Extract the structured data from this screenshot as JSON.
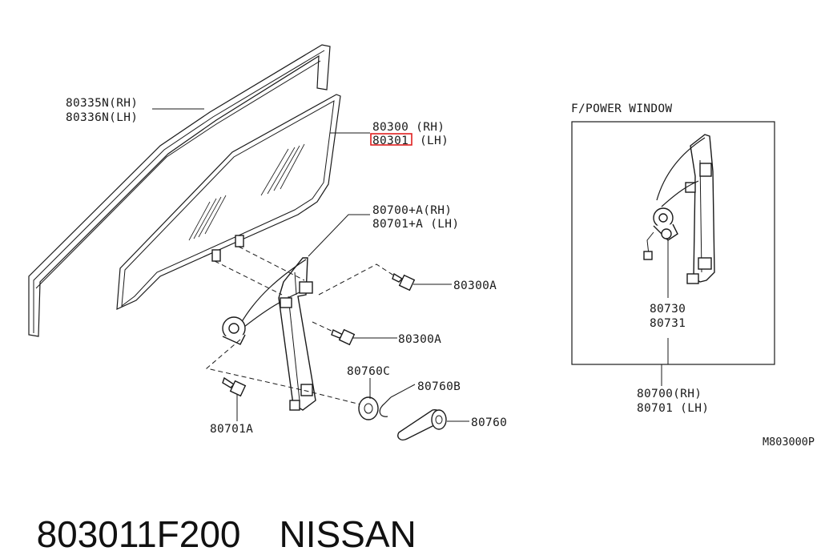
{
  "diagram": {
    "parts": {
      "sash_rh": "80335N(RH)",
      "sash_lh": "80336N(LH)",
      "glass_rh": "80300 (RH)",
      "glass_lh_code": "80301",
      "glass_lh_side": "(LH)",
      "regulator_rh": "80700+A(RH)",
      "regulator_lh": "80701+A (LH)",
      "bolt_upper": "80300A",
      "bolt_lower": "80300A",
      "washer": "80760C",
      "clip": "80760B",
      "handle": "80760",
      "bolt_regulator": "80701A"
    },
    "power_window": {
      "title": "F/POWER WINDOW",
      "motor_1": "80730",
      "motor_2": "80731",
      "reg_rh": "80700(RH)",
      "reg_lh": "80701 (LH)"
    },
    "reference": "M803000P",
    "highlight_color": "#e02020"
  },
  "caption": {
    "part_number": "803011F200",
    "brand": "NISSAN"
  }
}
